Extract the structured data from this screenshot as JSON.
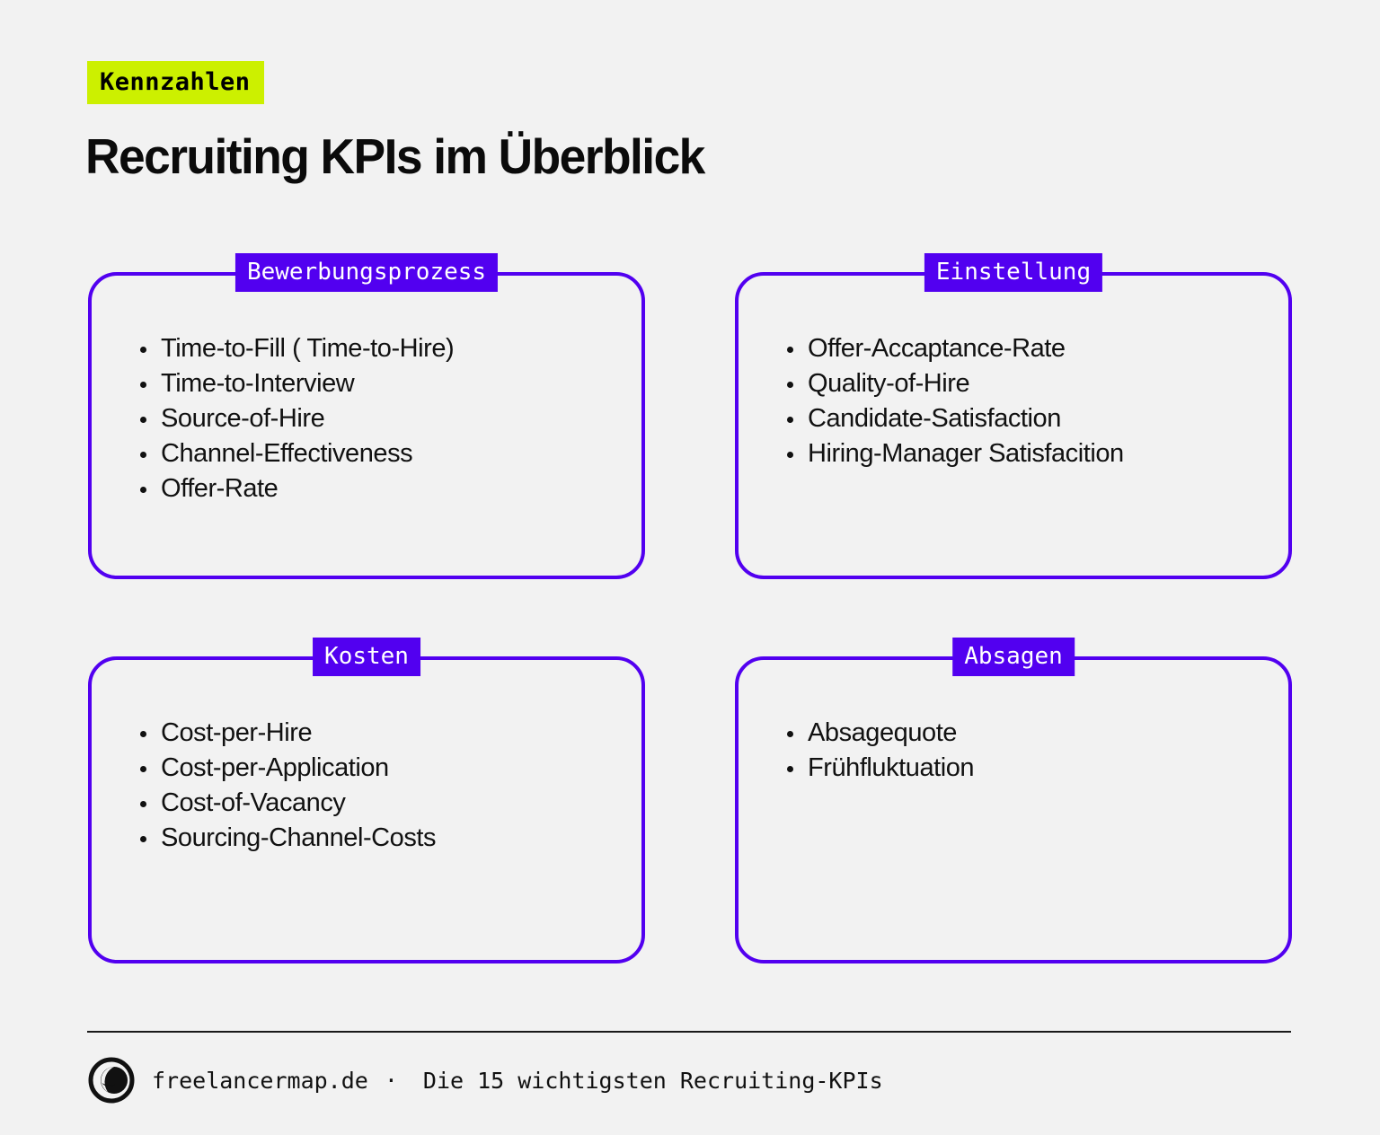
{
  "header": {
    "eyebrow": "Kennzahlen",
    "title": "Recruiting KPIs im Überblick"
  },
  "theme": {
    "background": "#f2f2f2",
    "accent_purple": "#5200f0",
    "accent_lime": "#ccf000",
    "text": "#111111"
  },
  "cards": [
    {
      "badge": "Bewerbungsprozess",
      "items": [
        "Time-to-Fill ( Time-to-Hire)",
        "Time-to-Interview",
        "Source-of-Hire",
        "Channel-Effectiveness",
        "Offer-Rate"
      ]
    },
    {
      "badge": "Einstellung",
      "items": [
        "Offer-Accaptance-Rate",
        "Quality-of-Hire",
        "Candidate-Satisfaction",
        "Hiring-Manager Satisfacition"
      ]
    },
    {
      "badge": "Kosten",
      "items": [
        "Cost-per-Hire",
        "Cost-per-Application",
        "Cost-of-Vacancy",
        "Sourcing-Channel-Costs"
      ]
    },
    {
      "badge": "Absagen",
      "items": [
        "Absagequote",
        "Frühfluktuation"
      ]
    }
  ],
  "footer": {
    "brand": "freelancermap.de",
    "separator": "·",
    "caption": "Die 15 wichtigsten Recruiting-KPIs",
    "logo_icon": "freelancermap-logo-icon"
  }
}
